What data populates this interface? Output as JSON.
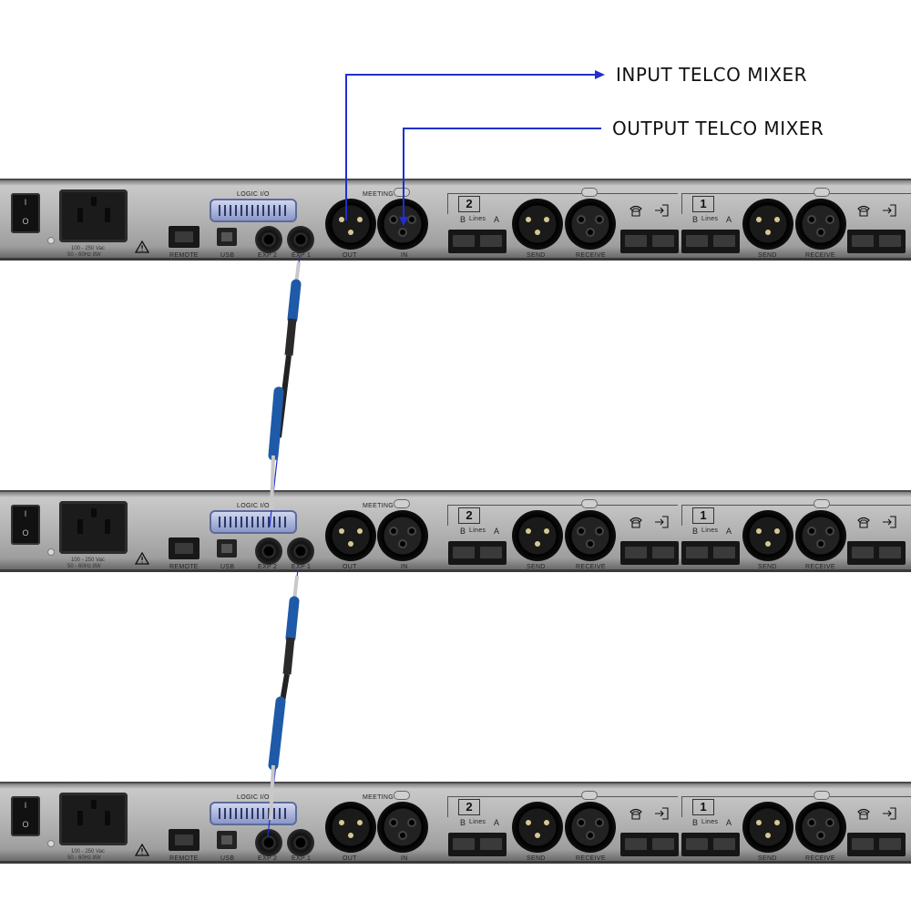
{
  "callouts": {
    "input": "INPUT TELCO MIXER",
    "output": "OUTPUT TELCO MIXER"
  },
  "panel_labels": {
    "logic": "LOGIC I/O",
    "remote": "REMOTE",
    "usb": "USB",
    "exp2": "EXP 2",
    "exp1": "EXP 1",
    "meeting": "MEETING",
    "out": "OUT",
    "in": "IN",
    "line2": "2",
    "line1": "1",
    "b": "B",
    "lines": "Lines",
    "a": "A",
    "send": "SEND",
    "receive": "RECEIVE",
    "power_spec_1": "100 - 250 Vac",
    "power_spec_2": "50 - 60Hz 8W",
    "switch_on": "I",
    "switch_off": "O"
  },
  "colors": {
    "arrow": "#1f2fd0",
    "cable_blue": "#1e5aa8",
    "panel": "#b8b8b8"
  },
  "icons": [
    "power-switch-icon",
    "warning-triangle-icon",
    "phone-icon",
    "hybrid-icon",
    "arrow-head-icon"
  ]
}
